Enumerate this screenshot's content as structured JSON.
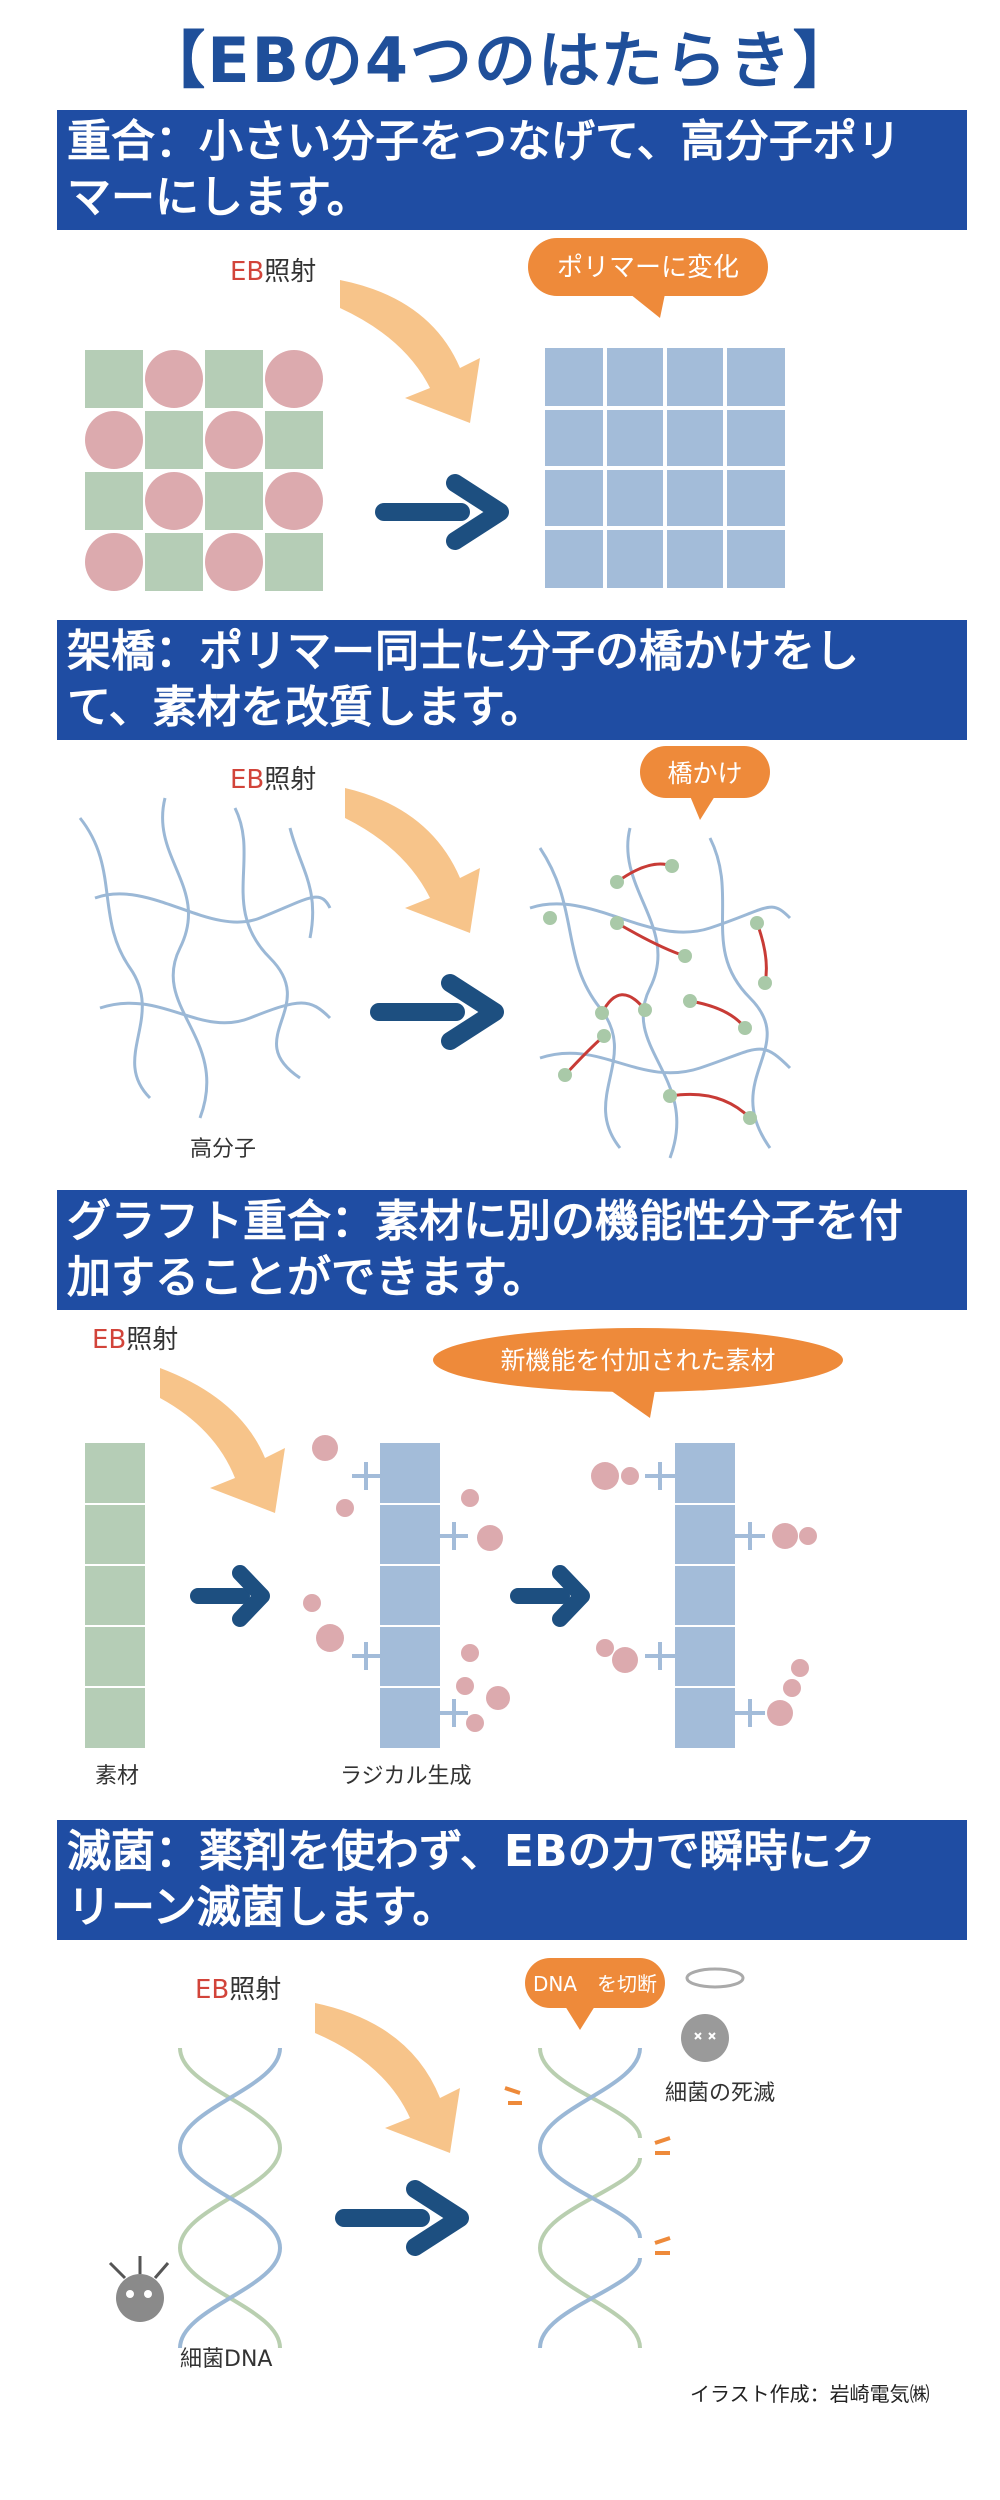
{
  "title": "【EBの4つのはたらき】",
  "sections": [
    {
      "heading_line1": "重合：小さい分子をつなげて、高分子ポリ",
      "heading_line2": "マーにします。",
      "eb_prefix": "EB",
      "eb_suffix": "照射",
      "bubble": "ポリマーに変化"
    },
    {
      "heading_line1": "架橋：ポリマー同士に分子の橋かけをし",
      "heading_line2": "て、素材を改質します。",
      "eb_prefix": "EB",
      "eb_suffix": "照射",
      "bubble": "橋かけ",
      "caption": "高分子"
    },
    {
      "heading_line1": "グラフト重合：素材に別の機能性分子を付",
      "heading_line2": "加することができます。",
      "eb_prefix": "EB",
      "eb_suffix": "照射",
      "bubble": "新機能を付加された素材",
      "caption_left": "素材",
      "caption_mid": "ラジカル生成"
    },
    {
      "heading_line1": "滅菌：薬剤を使わず、EBの力で瞬時にク",
      "heading_line2": "リーン滅菌します。",
      "eb_prefix": "EB",
      "eb_suffix": "照射",
      "bubble": "DNA　を切断",
      "caption_right": "細菌の死滅",
      "caption_left": "細菌DNA"
    }
  ],
  "credit": "イラスト作成：岩崎電気㈱",
  "colors": {
    "header_bg": "#1f4da3",
    "title": "#1f4f9a",
    "arrow": "#1d4f80",
    "eb_red": "#d2443a",
    "bubble": "#ee8a3a",
    "curved_arrow": "#f7c48a",
    "green": "#b5cdb6",
    "pink": "#dcaaae",
    "blue": "#a3bcd9",
    "fiber": "#9bb8d6",
    "crosslink": "#c83b36",
    "node": "#a9c9a8",
    "gray_bacteria": "#8a8a8a"
  }
}
